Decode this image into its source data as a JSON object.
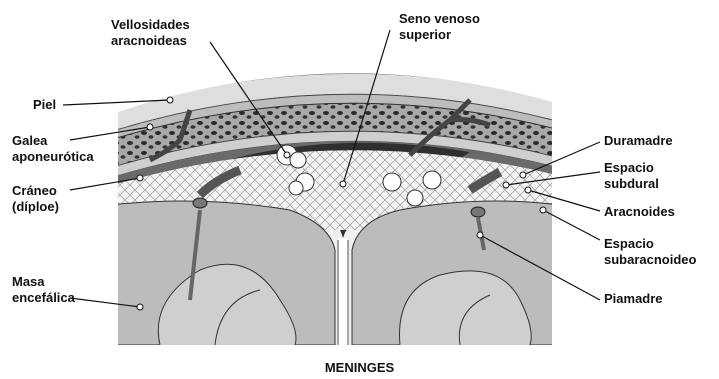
{
  "labels": {
    "vellosidades": [
      "Vellosidades",
      "aracnoideas"
    ],
    "seno": [
      "Seno venoso",
      "superior"
    ],
    "piel": "Piel",
    "galea": [
      "Galea",
      "aponeurótica"
    ],
    "craneo": [
      "Cráneo",
      "(díploe)"
    ],
    "masa": [
      "Masa",
      "encefálica"
    ],
    "duramadre": "Duramadre",
    "subdural": [
      "Espacio",
      "subdural"
    ],
    "aracnoides": "Aracnoides",
    "subaracnoideo": [
      "Espacio",
      "subaracnoideo"
    ],
    "piamadre": "Piamadre"
  },
  "caption": "MENINGES",
  "colors": {
    "skin": "#dcdcdc",
    "bone": "#9a9a9a",
    "dura": "#3a3a3a",
    "brain": "#b8b8b8",
    "subarachnoid": "#f2f2f2",
    "line": "#111111"
  }
}
